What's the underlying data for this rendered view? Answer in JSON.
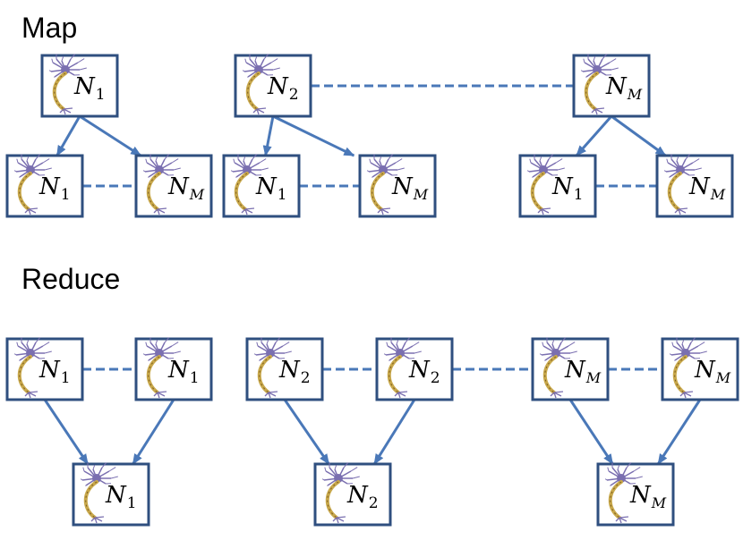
{
  "sections": {
    "map_title": "Map",
    "reduce_title": "Reduce"
  },
  "colors": {
    "line": "#4a78b8",
    "node_border": "#2f4f7f",
    "neuron_body": "#7a6fb0",
    "neuron_axon": "#c8a84b"
  },
  "icon": "neuron-icon",
  "nodes": {
    "map_src_1": {
      "base": "N",
      "sub": "1"
    },
    "map_src_2": {
      "base": "N",
      "sub": "2"
    },
    "map_src_M": {
      "base": "N",
      "sub": "M"
    },
    "map_t1_1": {
      "base": "N",
      "sub": "1"
    },
    "map_t1_M": {
      "base": "N",
      "sub": "M"
    },
    "map_t2_1": {
      "base": "N",
      "sub": "1"
    },
    "map_t2_M": {
      "base": "N",
      "sub": "M"
    },
    "map_t3_1": {
      "base": "N",
      "sub": "1"
    },
    "map_t3_M": {
      "base": "N",
      "sub": "M"
    },
    "red_g1_a": {
      "base": "N",
      "sub": "1"
    },
    "red_g1_b": {
      "base": "N",
      "sub": "1"
    },
    "red_g2_a": {
      "base": "N",
      "sub": "2"
    },
    "red_g2_b": {
      "base": "N",
      "sub": "2"
    },
    "red_g3_a": {
      "base": "N",
      "sub": "M"
    },
    "red_g3_b": {
      "base": "N",
      "sub": "M"
    },
    "red_out_1": {
      "base": "N",
      "sub": "1"
    },
    "red_out_2": {
      "base": "N",
      "sub": "2"
    },
    "red_out_M": {
      "base": "N",
      "sub": "M"
    }
  },
  "edges": [
    [
      "map_src_1",
      "map_t1_1"
    ],
    [
      "map_src_1",
      "map_t1_M"
    ],
    [
      "map_src_2",
      "map_t2_1"
    ],
    [
      "map_src_2",
      "map_t2_M"
    ],
    [
      "map_src_M",
      "map_t3_1"
    ],
    [
      "map_src_M",
      "map_t3_M"
    ],
    [
      "red_g1_a",
      "red_out_1"
    ],
    [
      "red_g1_b",
      "red_out_1"
    ],
    [
      "red_g2_a",
      "red_out_2"
    ],
    [
      "red_g2_b",
      "red_out_2"
    ],
    [
      "red_g3_a",
      "red_out_M"
    ],
    [
      "red_g3_b",
      "red_out_M"
    ]
  ],
  "links": [
    [
      "map_src_2",
      "map_src_M"
    ],
    [
      "map_t1_1",
      "map_t1_M"
    ],
    [
      "map_t2_1",
      "map_t2_M"
    ],
    [
      "map_t3_1",
      "map_t3_M"
    ],
    [
      "red_g1_a",
      "red_g1_b"
    ],
    [
      "red_g2_a",
      "red_g2_b"
    ],
    [
      "red_g2_b",
      "red_g3_a"
    ],
    [
      "red_g3_a",
      "red_g3_b"
    ]
  ]
}
